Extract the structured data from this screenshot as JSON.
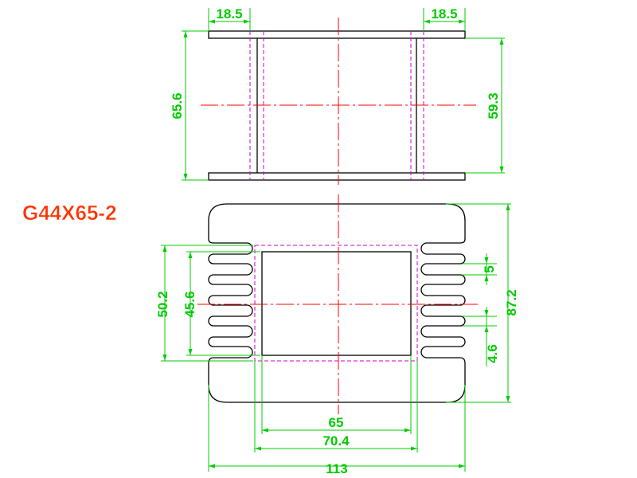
{
  "title": "G44X65-2",
  "colors": {
    "outline": "#000000",
    "dimension": "#00cc00",
    "centerline": "#ff0000",
    "hidden": "#cc00cc",
    "title": "#ff3300"
  },
  "dimensions": {
    "flange_left": "18.5",
    "flange_right": "18.5",
    "overall_height": "65.6",
    "inner_height": "59.3",
    "slot_pitch": "5",
    "overall_depth": "87.2",
    "slot_width": "4.6",
    "window_height_outer": "50.2",
    "window_height_inner": "45.6",
    "window_width": "65",
    "core_width": "70.4",
    "overall_width": "113"
  }
}
